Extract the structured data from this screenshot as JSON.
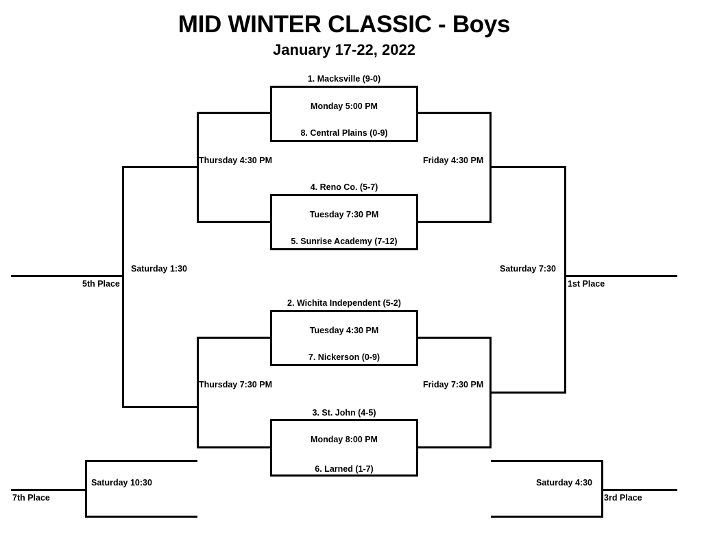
{
  "title": "MID WINTER CLASSIC - Boys",
  "subtitle": "January 17-22, 2022",
  "games": {
    "g1": {
      "top_team": "1. Macksville (9-0)",
      "time": "Monday 5:00 PM",
      "bottom_team": "8. Central Plains (0-9)"
    },
    "g2": {
      "top_team": "4. Reno Co. (5-7)",
      "time": "Tuesday 7:30 PM",
      "bottom_team": "5. Sunrise Academy (7-12)"
    },
    "g3": {
      "top_team": "2. Wichita Independent (5-2)",
      "time": "Tuesday 4:30 PM",
      "bottom_team": "7. Nickerson (0-9)"
    },
    "g4": {
      "top_team": "3. St. John (4-5)",
      "time": "Monday 8:00 PM",
      "bottom_team": "6. Larned (1-7)"
    }
  },
  "rounds": {
    "cons_semi_top": "Thursday 4:30 PM",
    "cons_semi_bottom": "Thursday 7:30 PM",
    "semi_top": "Friday 4:30 PM",
    "semi_bottom": "Friday 7:30 PM",
    "fifth_game": "Saturday 1:30",
    "championship": "Saturday 7:30",
    "seventh_game": "Saturday 10:30",
    "third_game": "Saturday 4:30"
  },
  "places": {
    "fifth": "5th Place",
    "first": "1st Place",
    "seventh": "7th Place",
    "third": "3rd Place"
  }
}
